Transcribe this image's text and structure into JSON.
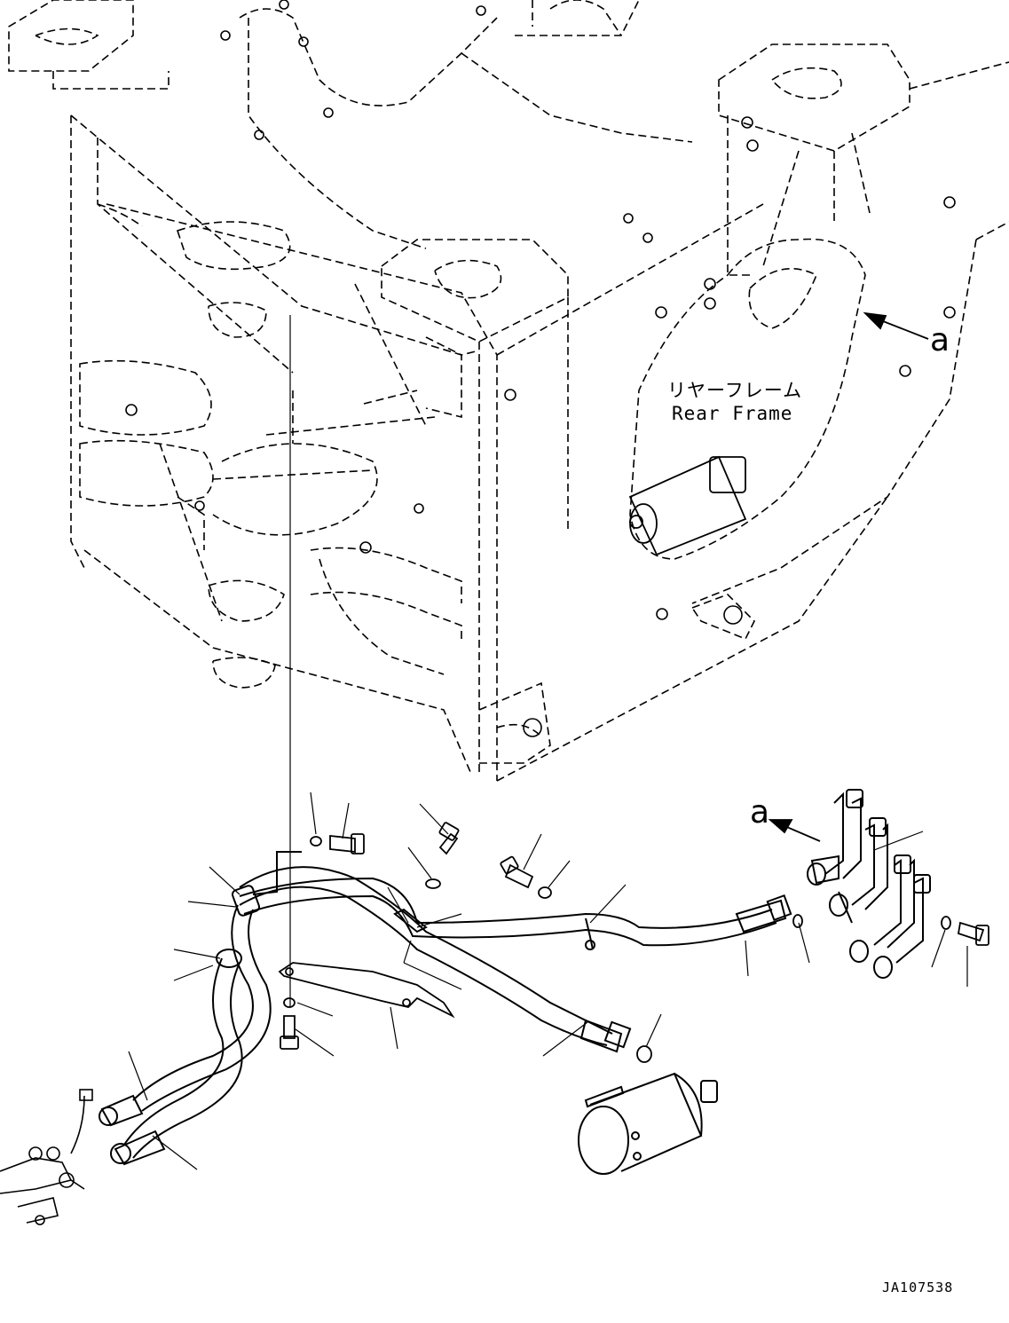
{
  "labels": {
    "frame_jp": "リヤーフレーム",
    "frame_en": "Rear Frame",
    "view_marker_top": "a",
    "view_marker_bottom": "a",
    "drawing_code": "JA107538"
  },
  "colors": {
    "line": "#000000",
    "background": "#ffffff"
  }
}
